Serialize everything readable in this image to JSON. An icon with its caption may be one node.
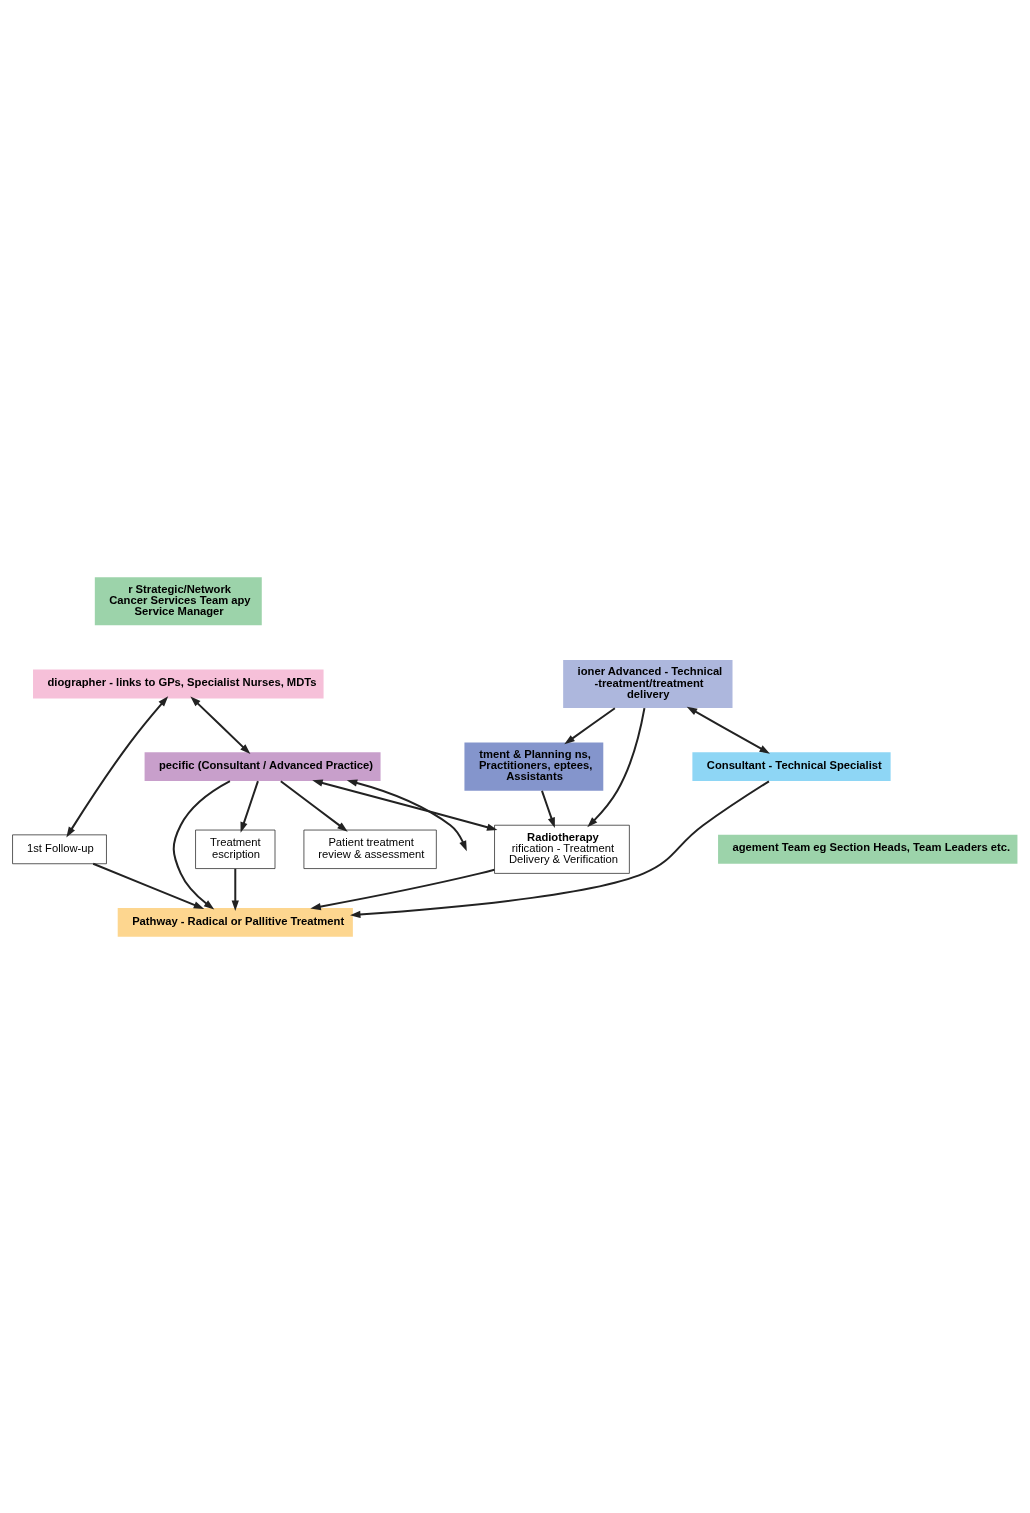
{
  "diagram": {
    "nodes": [
      {
        "text": [
          "r Strategic/Network Cancer Services Team apy Service Manager"
        ]
      },
      {
        "text": [
          "diographer - links to GPs, Specialist Nurses, MDTs"
        ]
      },
      {
        "text": [
          "pecific (Consultant / Advanced Practice)"
        ]
      },
      {
        "text": [
          "Treatment escription"
        ]
      },
      {
        "text": [
          "Patient treatment review & assessment"
        ]
      },
      {
        "text": [
          "1st Follow-up"
        ]
      },
      {
        "text": [
          "Pathway - Radical or Pallitive Treatment"
        ]
      },
      {
        "text": [
          "Radiotherapy",
          "rification - Treatment Delivery & Verification"
        ]
      },
      {
        "text": [
          "tment & Planning ns, Practitioners, eptees, Assistants"
        ]
      },
      {
        "text": [
          "ioner Advanced - Technical -treatment/treatment delivery"
        ]
      },
      {
        "text": [
          "Consultant - Technical Specialist"
        ]
      },
      {
        "text": [
          "agement Team eg Section Heads, Team Leaders etc."
        ]
      }
    ],
    "edges": [
      {
        "from": 1,
        "to": 2,
        "arrow": "both"
      },
      {
        "from": 1,
        "to": 5,
        "arrow": "both"
      },
      {
        "from": 2,
        "to": null,
        "arrow": "both"
      },
      {
        "from": 2,
        "to": 3,
        "arrow": "to"
      },
      {
        "from": 2,
        "to": 4,
        "arrow": "to"
      },
      {
        "from": 2,
        "to": 6,
        "arrow": "to"
      },
      {
        "from": 3,
        "to": 6,
        "arrow": "to"
      },
      {
        "from": 5,
        "to": 6,
        "arrow": "to"
      },
      {
        "from": 2,
        "to": 7,
        "arrow": "both"
      },
      {
        "from": 7,
        "to": 6,
        "arrow": "to"
      },
      {
        "from": 8,
        "to": 7,
        "arrow": "to"
      },
      {
        "from": 9,
        "to": 7,
        "arrow": "to"
      },
      {
        "from": 9,
        "to": 8,
        "arrow": "to"
      },
      {
        "from": 9,
        "to": 10,
        "arrow": "both"
      },
      {
        "from": 10,
        "to": 6,
        "arrow": "to"
      }
    ]
  }
}
